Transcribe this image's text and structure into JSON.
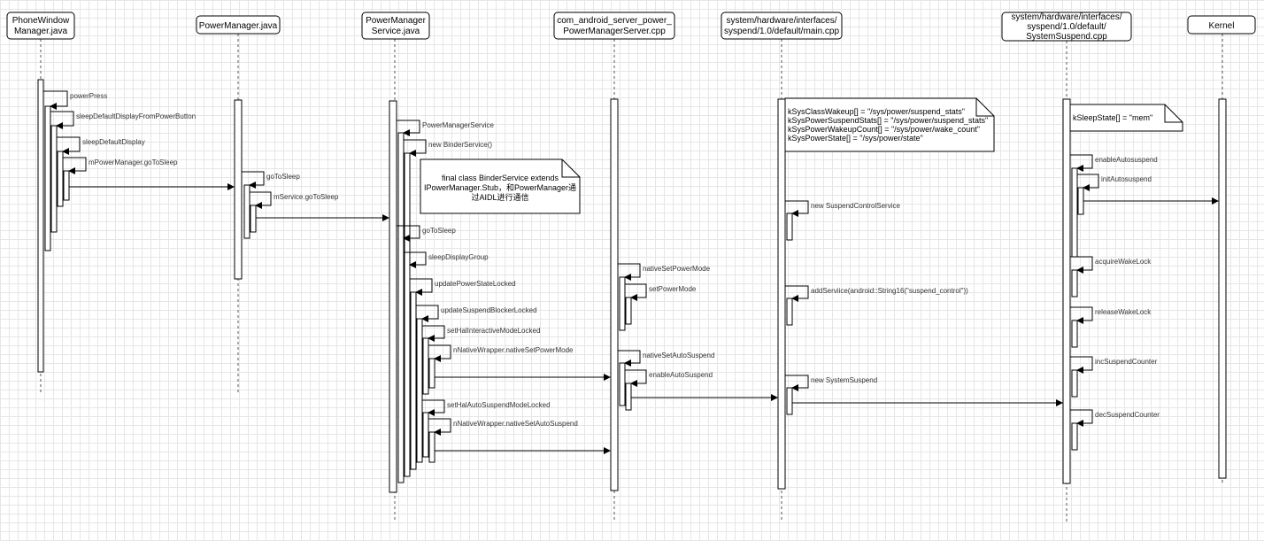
{
  "participants": [
    {
      "id": "pwm",
      "lines": [
        "PhoneWindow",
        "Manager.java"
      ]
    },
    {
      "id": "pmj",
      "lines": [
        "PowerManager.java"
      ]
    },
    {
      "id": "pms",
      "lines": [
        "PowerManager",
        "Service.java"
      ]
    },
    {
      "id": "cpp",
      "lines": [
        "com_android_server_power_",
        "PowerManagerServer.cpp"
      ]
    },
    {
      "id": "main",
      "lines": [
        "system/hardware/interfaces/",
        "syspend/1.0/default/main.cpp"
      ]
    },
    {
      "id": "ss",
      "lines": [
        "system/hardware/interfaces/",
        "syspend/1.0/default/",
        "SystemSuspend.cpp"
      ]
    },
    {
      "id": "kernel",
      "lines": [
        "Kernel"
      ]
    }
  ],
  "messages": {
    "powerPress": "powerPress",
    "sleepDefaultDisplayFromPowerButton": "sleepDefaultDisplayFromPowerButton",
    "sleepDefaultDisplay": "sleepDefaultDisplay",
    "mPowerManagerGoToSleep": "mPowerManager.goToSleep",
    "goToSleep": "goToSleep",
    "mServiceGoToSleep": "mService.goToSleep",
    "powerManagerService": "PowerManagerService",
    "newBinderService": "new BinderService()",
    "pmsGoToSleep": "goToSleep",
    "sleepDisplayGroup": "sleepDisplayGroup",
    "updatePowerStateLocked": "updatePowerStateLocked",
    "updateSuspendBlockerLocked": "updateSuspendBlockerLocked",
    "setHalInteractiveModeLocked": "setHalInteractiveModeLocked",
    "nativeSetPowerModeCall": "nNativeWrapper.nativeSetPowerMode",
    "setHalAutoSuspendModeLocked": "setHalAutoSuspendModeLocked",
    "nativeSetAutoSuspendCall": "nNativeWrapper.nativeSetAutoSuspend",
    "nativeSetPowerMode": "nativeSetPowerMode",
    "setPowerMode": "setPowerMode",
    "nativeSetAutoSuspend": "nativeSetAutoSuspend",
    "enableAutoSuspend": "enableAutoSuspend",
    "newSuspendControlService": "new SuspendControlService",
    "addService": "addServiice(android::String16(\"suspend_control\"))",
    "newSystemSuspend": "new SystemSuspend",
    "enableAutosuspend": "enableAutosuspend",
    "initAutosuspend": "initAutosuspend",
    "acquireWakeLock": "acquireWakeLock",
    "releaseWakeLock": "releaseWakeLock",
    "incSuspendCounter": "incSuspendCounter",
    "decSuspendCounter": "decSuspendCounter"
  },
  "notes": {
    "binder": [
      "final class BinderService extends",
      "IPowerManager.Stub，和PowerManager通",
      "过AIDL进行通信"
    ],
    "mainPaths": [
      "kSysClassWakeup[] = \"/sys/power/suspend_stats\"",
      "kSysPowerSuspendStats[] = \"/sys/power/suspend_stats\"",
      "kSysPowerWakeupCount[] = \"/sys/power/wake_count\"",
      "kSysPowerState[] = \"/sys/power/state\""
    ],
    "sleepState": [
      "kSleepState[] = \"mem\""
    ]
  }
}
